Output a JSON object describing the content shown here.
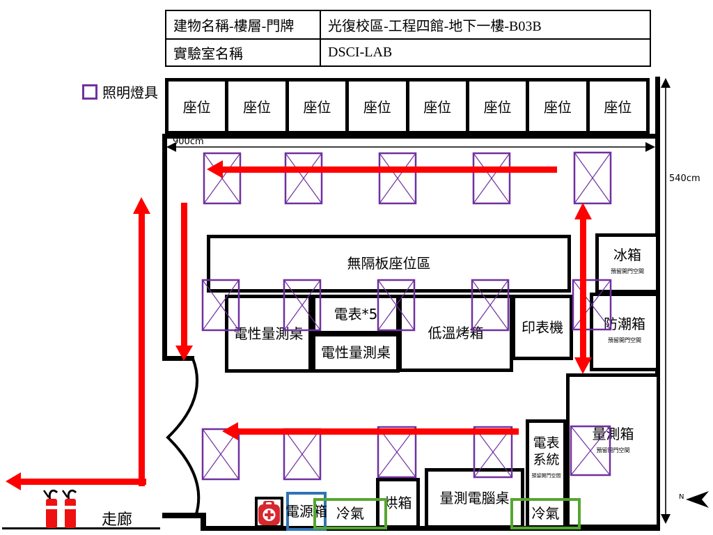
{
  "header": {
    "row1_label": "建物名稱-樓層-門牌",
    "row1_value": "光復校區-工程四館-地下一樓-B03B",
    "row2_label": "實驗室名稱",
    "row2_value": "DSCI-LAB"
  },
  "legend": {
    "lighting_label": "照明燈具"
  },
  "seats_label": "座位",
  "dimensions": {
    "width_label": "900cm",
    "height_label": "540cm"
  },
  "rooms": {
    "open_seating_area": "無隔板座位區",
    "electrical_measure_table_left": "電性量測桌",
    "electric_meter_x5": "電表*5",
    "electrical_measure_table_center": "電性量測桌",
    "low_temp_oven": "低溫烤箱",
    "printer": "印表機",
    "refrigerator": "冰箱",
    "dry_cabinet": "防潮箱",
    "measurement_cabinet": "量測箱",
    "meter_system_line1": "電表",
    "meter_system_line2": "系統",
    "measurement_computer_desk": "量測電腦桌",
    "drying_oven": "烘箱",
    "power_box": "電源箱",
    "ac_center": "冷氣",
    "ac_right": "冷氣",
    "door_clearance_note": "預留開門空間",
    "corridor": "走廊"
  },
  "compass": {
    "north_label": "N"
  },
  "colors": {
    "lighting_purple": "#7030A0",
    "evacuation_red": "#FF0000",
    "ac_green": "#55A630",
    "power_blue": "#2E74B5"
  }
}
